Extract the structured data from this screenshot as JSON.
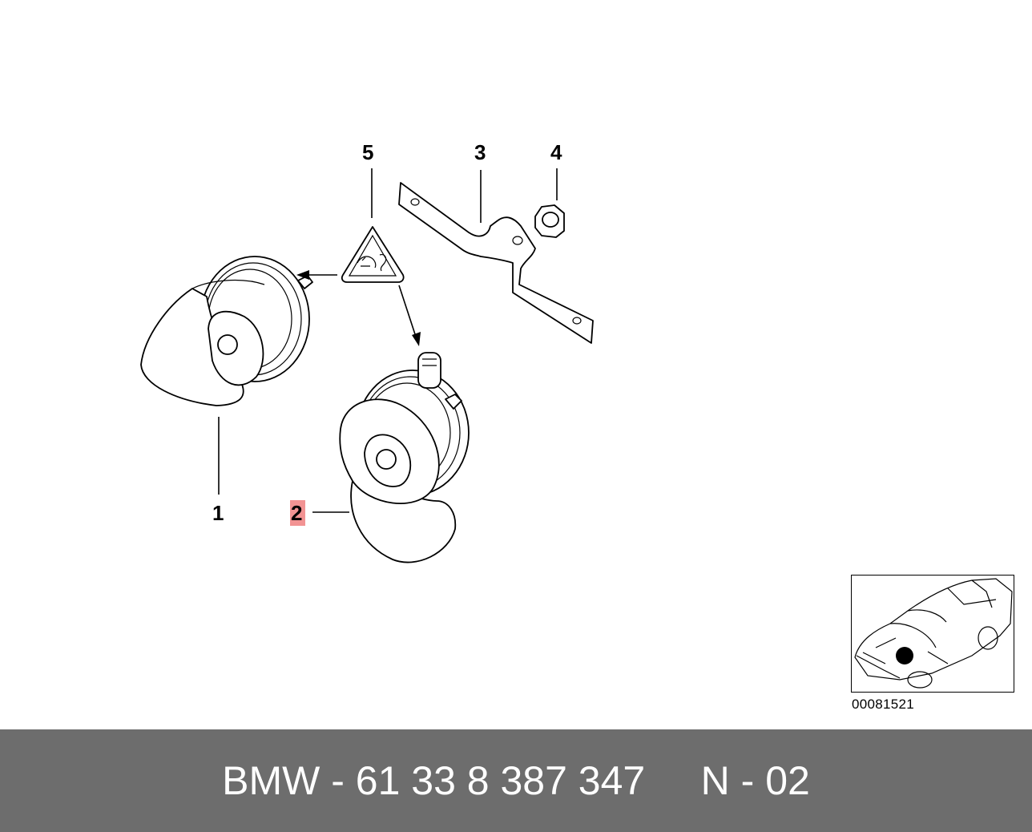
{
  "callouts": {
    "c1": "1",
    "c2": "2",
    "c3": "3",
    "c4": "4",
    "c5": "5"
  },
  "highlight_color": "#f08080",
  "thumbnail": {
    "code": "00081521"
  },
  "footer": {
    "text": "BMW - 61 33 8 387 347     N - 02"
  }
}
